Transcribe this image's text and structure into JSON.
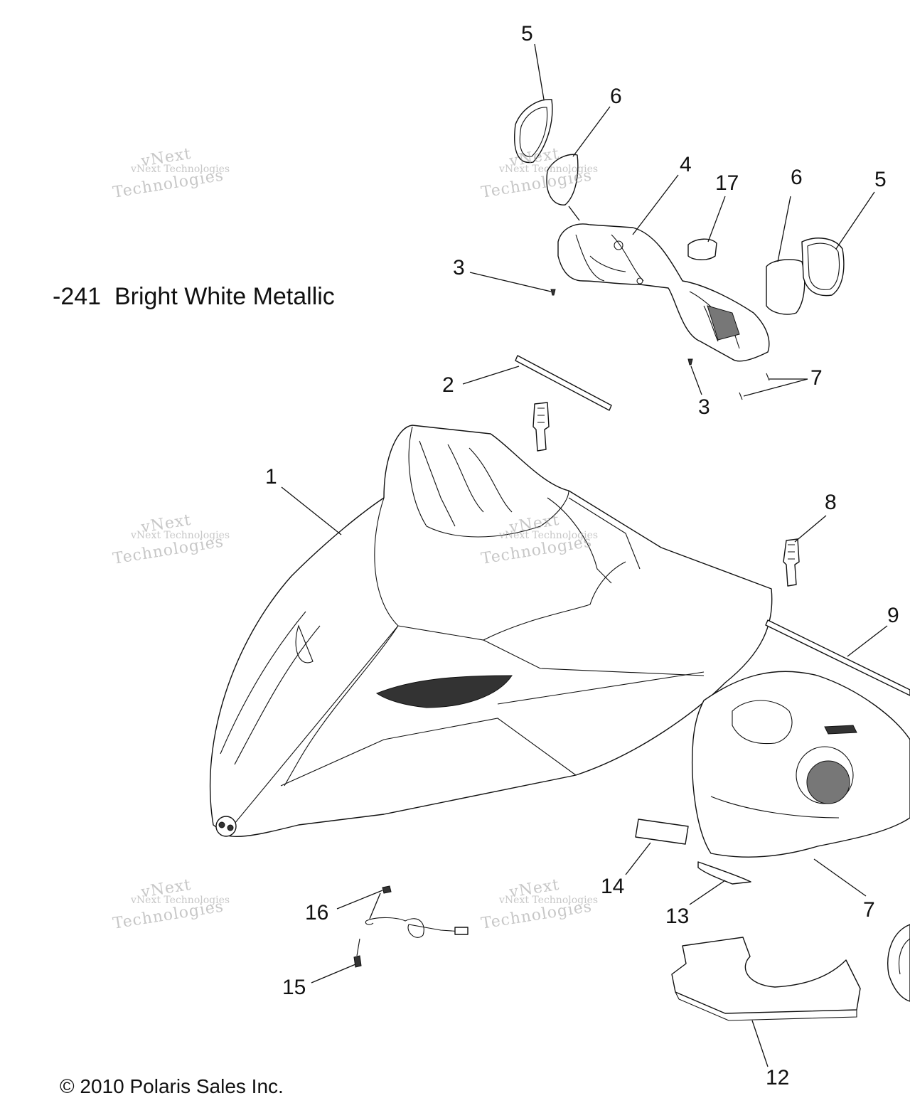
{
  "title": "-241  Bright White Metallic",
  "copyright": "© 2010 Polaris Sales Inc.",
  "watermark": {
    "line1": "vNext",
    "line2": "vNext Technologies",
    "line3": "Technologies"
  },
  "callouts": {
    "p1": "1",
    "p2": "2",
    "p3a": "3",
    "p3b": "3",
    "p4": "4",
    "p5a": "5",
    "p5b": "5",
    "p6a": "6",
    "p6b": "6",
    "p7a": "7",
    "p7b": "7",
    "p8": "8",
    "p9": "9",
    "p12": "12",
    "p13": "13",
    "p14": "14",
    "p15": "15",
    "p16": "16",
    "p17": "17"
  }
}
